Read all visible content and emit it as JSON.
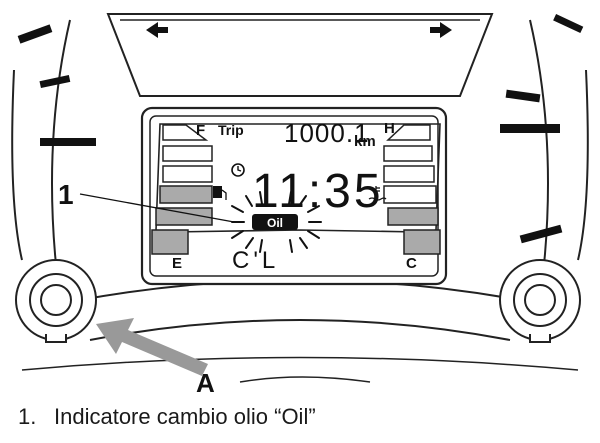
{
  "display": {
    "fuel_full": "F",
    "fuel_empty": "E",
    "trip_label": "Trip",
    "odometer": "1000.1",
    "odometer_unit": "km",
    "temp_hot": "H",
    "temp_cold": "C",
    "clock": "11:35",
    "oil_indicator": "Oil",
    "lower_readout": "C'L"
  },
  "callouts": {
    "indicator_number": "1",
    "pointer_letter": "A"
  },
  "caption": {
    "number": "1.",
    "text": "Indicatore cambio olio “Oil”"
  }
}
